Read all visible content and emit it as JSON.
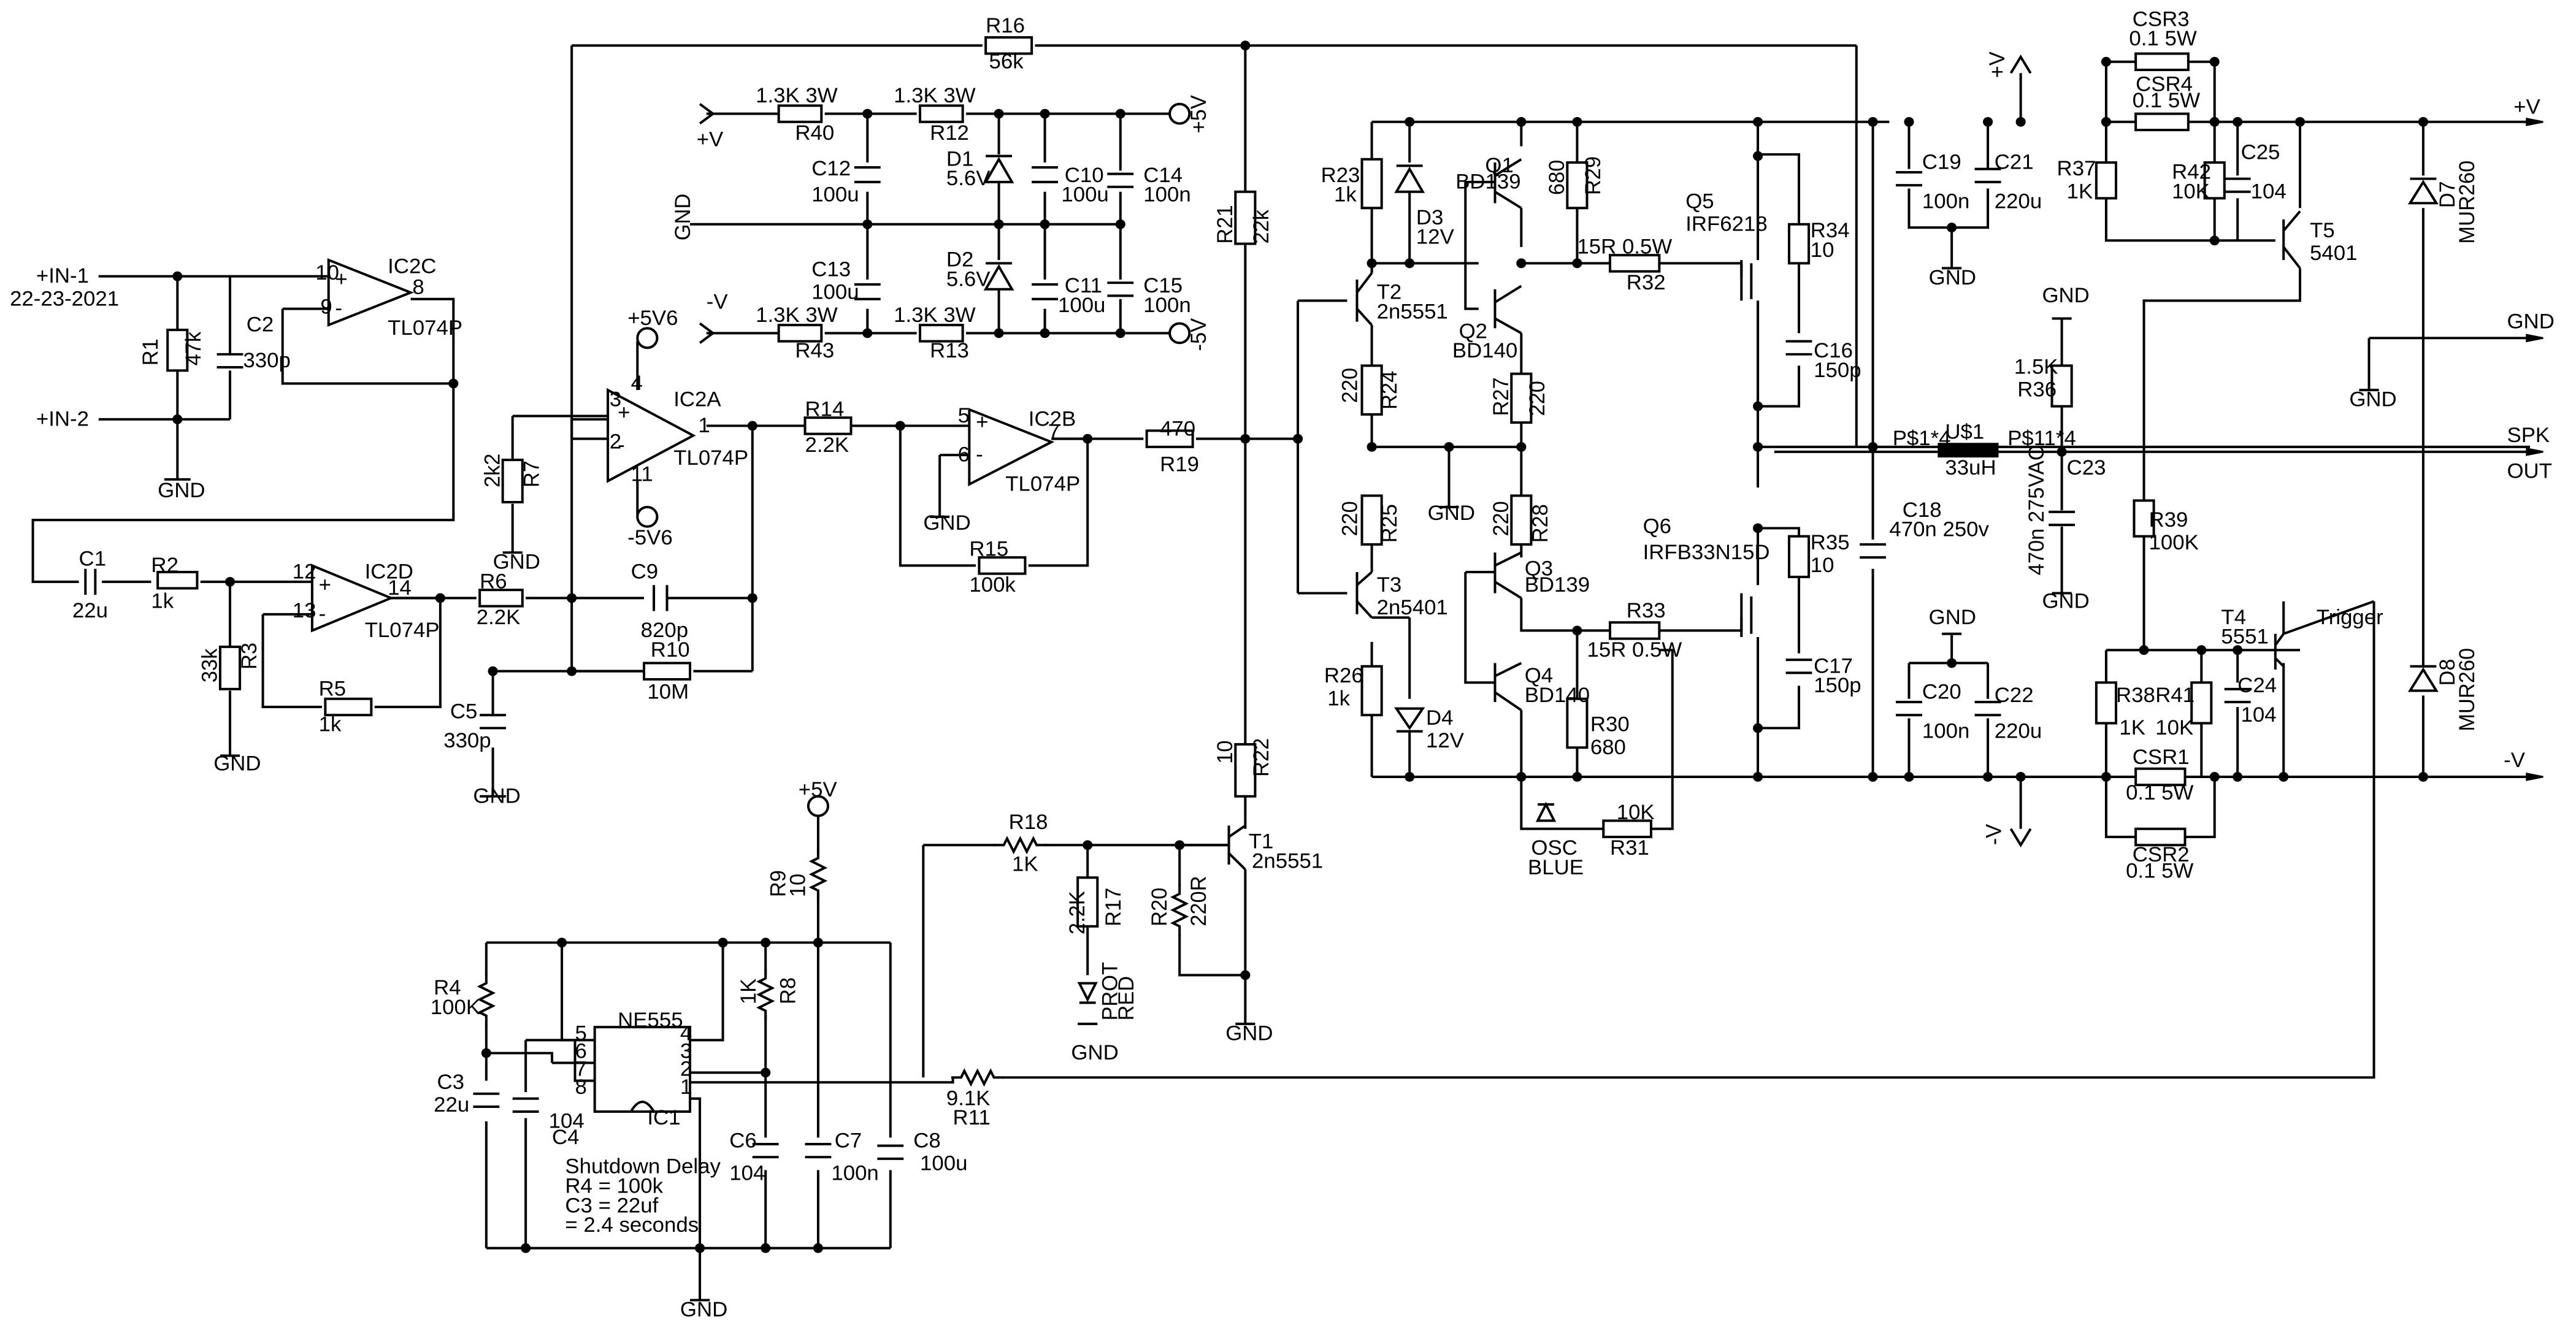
{
  "nets": {
    "in1": "+IN-1",
    "in1_date": "22-23-2021",
    "in2": "+IN-2",
    "gnd": "GND",
    "pos": "+V",
    "neg": "-V",
    "p5": "+5V",
    "n5": "-5V",
    "p5v6": "+5V6",
    "n5v6": "-5V6",
    "spk": "SPK",
    "out": "OUT",
    "ps1": "P$1*4",
    "ps11": "P$11*4"
  },
  "opamps": {
    "ic2a": "IC2A",
    "ic2b": "IC2B",
    "ic2c": "IC2C",
    "ic2d": "IC2D",
    "part": "TL074P",
    "pins": {
      "p1": "1",
      "p2": "2",
      "p3": "3",
      "p4": "4",
      "p5": "5",
      "p6": "6",
      "p7": "7",
      "p8": "8",
      "p9": "9",
      "p10": "10",
      "p11": "11",
      "p12": "12",
      "p13": "13",
      "p14": "14"
    },
    "plus": "+",
    "minus": "-"
  },
  "resistors": {
    "r1": "R1",
    "r1v": "47k",
    "r2": "R2",
    "r2v": "1k",
    "r3": "R3",
    "r3v": "33k",
    "r4": "R4",
    "r4v": "100K",
    "r5": "R5",
    "r5v": "1k",
    "r6": "R6",
    "r6v": "2.2K",
    "r7": "R7",
    "r7v": "2k2",
    "r8": "R8",
    "r8v": "1K",
    "r9": "R9",
    "r9v": "10",
    "r10": "R10",
    "r10v": "10M",
    "r11": "R11",
    "r11v": "9.1K",
    "r12": "R12",
    "r12v": "1.3K 3W",
    "r13": "R13",
    "r13v": "1.3K 3W",
    "r14": "R14",
    "r14v": "2.2K",
    "r15": "R15",
    "r15v": "100k",
    "r16": "R16",
    "r16v": "56k",
    "r17": "R17",
    "r17v": "2.2K",
    "r18": "R18",
    "r18v": "1K",
    "r19": "R19",
    "r19v": "470",
    "r20": "R20",
    "r20v": "220R",
    "r21": "R21",
    "r21v": "22k",
    "r22": "R22",
    "r22v": "10",
    "r23": "R23",
    "r23v": "1k",
    "r24": "R24",
    "r24v": "220",
    "r25": "R25",
    "r25v": "220",
    "r26": "R26",
    "r26v": "1k",
    "r27": "R27",
    "r27v": "220",
    "r28": "R28",
    "r28v": "220",
    "r29": "R29",
    "r29v": "680",
    "r30": "R30",
    "r30v": "680",
    "r31": "R31",
    "r31v": "10K",
    "r32": "R32",
    "r32v": "15R 0.5W",
    "r33": "R33",
    "r33v": "15R 0.5W",
    "r34": "R34",
    "r34v": "10",
    "r35": "R35",
    "r35v": "10",
    "r36": "R36",
    "r36v": "1.5K",
    "r37": "R37",
    "r37v": "1K",
    "r38": "R38",
    "r38v": "1K",
    "r39": "R39",
    "r39v": "100K",
    "r40": "R40",
    "r40v": "1.3K 3W",
    "r41": "R41",
    "r41v": "10K",
    "r42": "R42",
    "r42v": "10K",
    "r43": "R43",
    "r43v": "1.3K 3W",
    "csr1": "CSR1",
    "csr1v": "0.1 5W",
    "csr2": "CSR2",
    "csr2v": "0.1 5W",
    "csr3": "CSR3",
    "csr3v": "0.1 5W",
    "csr4": "CSR4",
    "csr4v": "0.1 5W"
  },
  "capacitors": {
    "c1": "C1",
    "c1v": "22u",
    "c2": "C2",
    "c2v": "330p",
    "c3": "C3",
    "c3v": "22u",
    "c4": "C4",
    "c4v": "104",
    "c5": "C5",
    "c5v": "330p",
    "c6": "C6",
    "c6v": "104",
    "c7": "C7",
    "c7v": "100n",
    "c8": "C8",
    "c8v": "100u",
    "c9": "C9",
    "c9v": "820p",
    "c10": "C10",
    "c10v": "100u",
    "c11": "C11",
    "c11v": "100u",
    "c12": "C12",
    "c12v": "100u",
    "c13": "C13",
    "c13v": "100u",
    "c14": "C14",
    "c14v": "100n",
    "c15": "C15",
    "c15v": "100n",
    "c16": "C16",
    "c16v": "150p",
    "c17": "C17",
    "c17v": "150p",
    "c18": "C18",
    "c18v": "470n 250v",
    "c19": "C19",
    "c19v": "100n",
    "c20": "C20",
    "c20v": "100n",
    "c21": "C21",
    "c21v": "220u",
    "c22": "C22",
    "c22v": "220u",
    "c23": "C23",
    "c23v": "470n 275VAC",
    "c24": "C24",
    "c24v": "104",
    "c25": "C25",
    "c25v": "104"
  },
  "semis": {
    "d1": "D1",
    "d1v": "5.6V",
    "d2": "D2",
    "d2v": "5.6V",
    "d3": "D3",
    "d3v": "12V",
    "d4": "D4",
    "d4v": "12V",
    "d7": "D7",
    "d7v": "MUR260",
    "d8": "D8",
    "d8v": "MUR260",
    "q1": "Q1",
    "q1v": "BD139",
    "q2": "Q2",
    "q2v": "BD140",
    "q3": "Q3",
    "q3v": "BD139",
    "q4": "Q4",
    "q4v": "BD140",
    "q5": "Q5",
    "q5v": "IRF6218",
    "q6": "Q6",
    "q6v": "IRFB33N15D",
    "t1": "T1",
    "t1v": "2n5551",
    "t2": "T2",
    "t2v": "2n5551",
    "t3": "T3",
    "t3v": "2n5401",
    "t4": "T4",
    "t4v": "5551",
    "t5": "T5",
    "t5v": "5401",
    "osc": "OSC",
    "blue": "BLUE",
    "prot": "PROT",
    "red": "RED",
    "trigger": "Trigger",
    "ic1": "IC1",
    "ne555": "NE555",
    "u1": "U$1",
    "u1v": "33uH",
    "pin1": "1",
    "pin2": "2",
    "pin3": "3",
    "pin4": "4",
    "pin5": "5",
    "pin6": "6",
    "pin7": "7",
    "pin8": "8"
  },
  "notes": {
    "l1": "Shutdown Delay",
    "l2": "R4 = 100k",
    "l3": "C3 = 22uf",
    "l4": "= 2.4 seconds"
  }
}
